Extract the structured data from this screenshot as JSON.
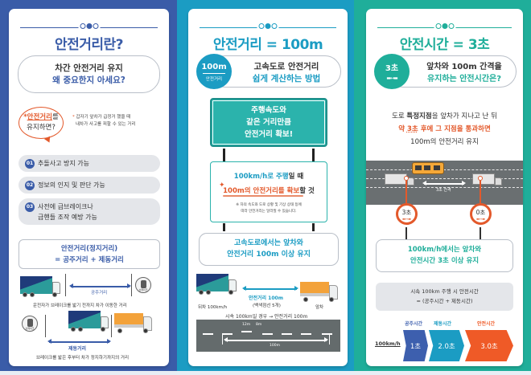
{
  "colors": {
    "panel1_bg": "#3a5ca8",
    "panel2_bg": "#1b9cc3",
    "panel3_bg": "#1fae9a",
    "accent_orange": "#e3592b"
  },
  "panel1": {
    "title": "안전거리란?",
    "question": {
      "line1": "차간 안전거리 유지",
      "line2": "왜 중요한지 아세요?"
    },
    "bubble": {
      "prefix": "*",
      "highlight": "안전거리",
      "suffix": "를",
      "line2": "유지하면?"
    },
    "definition_note": {
      "asterisk": "*",
      "line1": "갑자기 앞차가 급정거 했을 때",
      "line2": "내차가 사고를 피할 수 있는 거리"
    },
    "benefits": [
      {
        "num": "01",
        "text": "추돌사고 방지 가능"
      },
      {
        "num": "02",
        "text": "정보의 인지 및 판단 가능"
      },
      {
        "num": "03",
        "line1": "사전에 급브레이크나",
        "line2": "급핸들 조작 예방 가능"
      }
    ],
    "formula": {
      "line1": "안전거리(정지거리)",
      "line2": "= 공주거리 + 제동거리"
    },
    "reaction": {
      "label": "공주거리",
      "caption": "운전자가 브레이크를 밟기 전까지 차가 이동한 거리",
      "brake_label": "브레이크"
    },
    "braking": {
      "label": "제동거리",
      "caption": "브레이크를 밟은 후부터 차가 정지하기까지의 거리",
      "brake_label": "브레이크"
    }
  },
  "panel2": {
    "title": "안전거리 = 100m",
    "badge": {
      "big": "100m",
      "small": "안전거리"
    },
    "headline": {
      "line1": "고속도로 안전거리",
      "line2": "쉽게 계산하는 방법"
    },
    "green_sign": {
      "line1": "주행속도와",
      "line2": "같은 거리만큼",
      "line3": "안전거리 확보!"
    },
    "white_sign": {
      "line1_pre": "100km/h로 주행",
      "line1_post": "일 때",
      "line2_pre": "100m의 안전거리를 확보",
      "line2_post": "할 것",
      "note1": "※ 차의 속도와 도로 상황 및 기상 상태 등에",
      "note2": "따라 안전거리는 달라질 수 있습니다."
    },
    "rule": {
      "line1": "고속도로에서는 앞차와",
      "line2": "안전거리 100m 이상 유지"
    },
    "diagram": {
      "rear_car": "뒤차 100km/h",
      "front_car": "앞차",
      "distance": "안전거리 100m",
      "distance_sub": "(백색점선 5개)",
      "caption": "시속 100km일 경우 → 안전거리 100m"
    },
    "road": {
      "dash_len": "12m",
      "gap_len": "8m",
      "total": "100m"
    }
  },
  "panel3": {
    "title": "안전시간 = 3초",
    "badge": {
      "big": "3초",
      "icons": "🚚↔🚚"
    },
    "headline": {
      "line1": "앞차와 100m 간격을",
      "line2": "유지하는 안전시간은?"
    },
    "desc": {
      "l1_pre": "도로 ",
      "l1_bold": "특정지점",
      "l1_post": "을 앞차가 지나고 난 뒤",
      "l2_pre": "약 ",
      "l2_u": "3초",
      "l2_post": " 후에 그 지점을 통과하면",
      "l3": "100m의 안전거리 유지"
    },
    "gap_label": "3초 간격",
    "timer_left": "3초",
    "timer_right": "0초",
    "rule": {
      "line1": "100km/h에서는 앞차와",
      "line2": "안전시간 3초 이상 유지"
    },
    "formula": {
      "line1": "시속 100km 주행 시 안전시간",
      "line2": "= (공주시간 + 제동시간)"
    },
    "chevrons": {
      "speed": "100km/h",
      "items": [
        {
          "label": "공주시간",
          "value": "1초",
          "color": "#3d5fae"
        },
        {
          "label": "제동시간",
          "value": "2.0초",
          "color": "#1b9cc3"
        },
        {
          "label": "안전시간",
          "value": "3.0초",
          "color": "#ef5a27"
        }
      ]
    }
  }
}
